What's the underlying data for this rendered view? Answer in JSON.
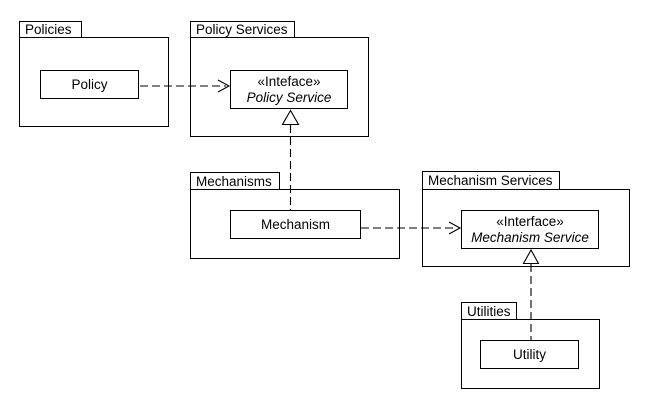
{
  "diagram": {
    "kind": "uml-package-diagram",
    "background_color": "#ffffff",
    "stroke_color": "#000000",
    "text_color": "#000000",
    "packages": [
      {
        "label": "Policies"
      },
      {
        "label": "Policy Services"
      },
      {
        "label": "Mechanisms"
      },
      {
        "label": "Mechanism Services"
      },
      {
        "label": "Utilities"
      }
    ],
    "nodes": [
      {
        "label": "Policy",
        "package": "Policies"
      },
      {
        "stereotype": "«Inteface»",
        "label": "Policy Service",
        "package": "Policy Services"
      },
      {
        "label": "Mechanism",
        "package": "Mechanisms"
      },
      {
        "stereotype": "«Interface»",
        "label": "Mechanism Service",
        "package": "Mechanism Services"
      },
      {
        "label": "Utility",
        "package": "Utilities"
      }
    ],
    "relationships": [
      {
        "type": "dependency",
        "from": "Policy",
        "to": "Policy Service",
        "line": "dashed",
        "arrowhead": "open"
      },
      {
        "type": "realization",
        "from": "Mechanism",
        "to": "Policy Service",
        "line": "dashed",
        "arrowhead": "hollow-triangle"
      },
      {
        "type": "dependency",
        "from": "Mechanism",
        "to": "Mechanism Service",
        "line": "dashed",
        "arrowhead": "open"
      },
      {
        "type": "realization",
        "from": "Utility",
        "to": "Mechanism Service",
        "line": "dashed",
        "arrowhead": "hollow-triangle"
      }
    ]
  }
}
